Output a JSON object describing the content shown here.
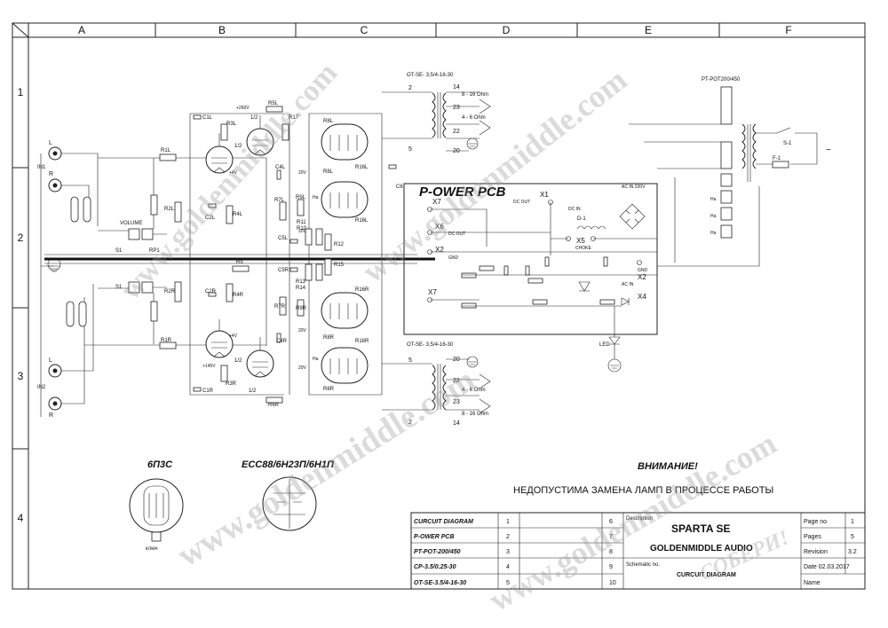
{
  "grid": {
    "columns": [
      "A",
      "B",
      "C",
      "D",
      "E",
      "F"
    ],
    "rows": [
      "1",
      "2",
      "3",
      "4"
    ]
  },
  "board_title": "P-OWER PCB",
  "warning": {
    "heading": "ВНИМАНИЕ!",
    "text": "НЕДОПУСТИМА  ЗАМЕНА ЛАМП В ПРОЦЕССЕ РАБОТЫ"
  },
  "tubes": {
    "left_label": "6П3С",
    "right_label": "ECC88/6Н23П/6Н1П",
    "key_label": "ключ"
  },
  "inputs": {
    "in1": "IN1",
    "in2": "IN2",
    "l": "L",
    "r": "R",
    "volume": "VOLUME",
    "rp1": "RP1",
    "s1a": "S1",
    "s1b": "S1"
  },
  "transformers": {
    "ot_top": "OT-SE- 3,5/4-16-30",
    "ot_bottom": "OT-SE- 3,5/4-16-30",
    "pt": "PT-POT200/450",
    "tap_8_16": "8 - 16 Ohm",
    "tap_4_6": "4 - 6 Ohm",
    "pins": [
      "2",
      "14",
      "23",
      "22",
      "20",
      "5"
    ]
  },
  "power": {
    "x1": "X1",
    "x2": "X2",
    "x4": "X4",
    "x5": "X5",
    "x6": "X6",
    "x7": "X7",
    "dc_out": "DC OUT",
    "dc_in": "DC IN",
    "ac_in_220": "AC IN 220V",
    "ac_in": "AC IN",
    "gnd": "GND",
    "choke": "CHOKE",
    "d1": "D-1",
    "led": "LED",
    "s1": "S-1",
    "f1": "F-1",
    "tilde": "~"
  },
  "components": {
    "r1l": "R1L",
    "r2l": "R2L",
    "r3l": "R3L",
    "r4l": "R4L",
    "r5l": "R5L",
    "r6l": "R6L",
    "r7l": "R7L",
    "r8l": "R8L",
    "r9l": "R9L",
    "r16l": "R16L",
    "r17": "R17",
    "r1r": "R1R",
    "r2r": "R2R",
    "r3r": "R3R",
    "r4r": "R4R",
    "r6r": "R6R",
    "r7r": "R7R",
    "r8r": "R8R",
    "r9r": "R9R",
    "r16r": "R16R",
    "r5": "R5",
    "r10": "R10",
    "r11": "R11",
    "r12": "R12",
    "r13": "R13",
    "r14": "R14",
    "r15": "R15",
    "c1l": "C1L",
    "c2l": "C2L",
    "c4l": "C4L",
    "c5l": "C5L",
    "c1r": "C1R",
    "c2r": "C2R",
    "c4r": "C4R",
    "c5r": "C5R",
    "c6": "C6",
    "v260": "+260V",
    "v145": "+145V",
    "v4a": "+4V",
    "v4b": "+4V",
    "v20a": "20V",
    "v20b": "20V",
    "v20c": "20V",
    "v20d": "20V",
    "half": "1/2",
    "ha": "Ha"
  },
  "title_block": {
    "sheets": [
      {
        "name": "CURCUIT DIAGRAM",
        "num": "1",
        "num2": "6"
      },
      {
        "name": "P-OWER PCB",
        "num": "2",
        "num2": "7"
      },
      {
        "name": "PT-POT-200/450",
        "num": "3",
        "num2": "8"
      },
      {
        "name": "CP-3.5/0.25-30",
        "num": "4",
        "num2": "9"
      },
      {
        "name": "OT-SE-3.5/4-16-30",
        "num": "5",
        "num2": "10"
      }
    ],
    "description_label": "Description",
    "product": "SPARTA SE",
    "company": "GOLDENMIDDLE AUDIO",
    "schematic_label": "Schematic no.",
    "schematic_value": "CURCUIT DIAGRAM",
    "page_no_label": "Page no",
    "page_no_value": "1",
    "pages_label": "Pages",
    "pages_value": "5",
    "revision_label": "Revision",
    "revision_value": "3.2",
    "date": "Date 02.03.2017",
    "name_label": "Name",
    "stamp": "СОБЕРИ!"
  },
  "watermarks": [
    "www.goldenmiddle.com",
    "www.goldenmiddle.com",
    "www.goldenmiddle.com",
    "www.goldenmiddle.com"
  ],
  "colors": {
    "ink": "#111111",
    "watermark": "#9a9a9a",
    "paper": "#ffffff"
  }
}
